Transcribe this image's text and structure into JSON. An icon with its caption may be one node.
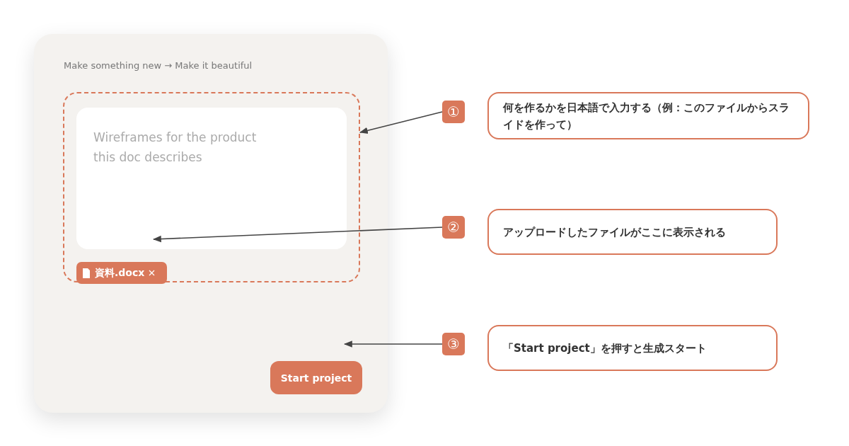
{
  "diagram": {
    "nodes": [
      {
        "text": [
          "Make something new → Make it beautiful"
        ]
      },
      {
        "text": [],
        "shape": "box",
        "in": 0
      },
      {
        "text": [
          "Wireframes for the product this doc describes"
        ],
        "in": 1
      },
      {
        "text": [
          "資料.docx"
        ],
        "in": 1
      },
      {
        "text": [
          "Start project"
        ],
        "in": 0
      },
      {
        "text": [
          "①"
        ]
      },
      {
        "text": [
          "何を作るかを日本語で入力する（例：このファイルからスライドを作って）"
        ]
      },
      {
        "text": [
          "②"
        ]
      },
      {
        "text": [
          "アップロードしたファイルがここに表示される"
        ]
      },
      {
        "text": [
          "③"
        ]
      },
      {
        "text": [
          "「Start project」を押すと生成スタート"
        ]
      }
    ],
    "edges": [
      {
        "from": 5,
        "to": 1,
        "arrow": "to"
      },
      {
        "from": 7,
        "to": 2,
        "arrow": "to"
      },
      {
        "from": 9,
        "to": 4,
        "arrow": "to"
      }
    ]
  }
}
